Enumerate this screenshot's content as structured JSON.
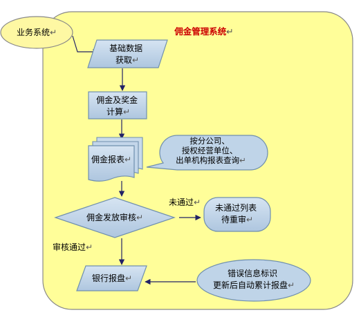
{
  "diagram": {
    "title": "佣金管理系统",
    "external_system": "业务系统",
    "nodes": {
      "data_fetch": [
        "基础数据",
        "获取"
      ],
      "calc": [
        "佣金及奖金",
        "计算"
      ],
      "report": "佣金报表",
      "query": [
        "按分公司、",
        "授权经营单位、",
        "出单机构报表查询"
      ],
      "review": "佣金发放审核",
      "not_passed_list": [
        "未通过列表",
        "待重审"
      ],
      "bank": "银行报盘",
      "error_mark": [
        "错误信息标识",
        "更新后自动累计报盘"
      ]
    },
    "edge_labels": {
      "not_passed": "未通过",
      "passed": "审核通过"
    },
    "return_mark": "↵",
    "colors": {
      "container_fill": "#fffe99",
      "container_stroke": "#888888",
      "node_fill": "#bfd4e8",
      "node_stroke": "#6f8fae",
      "ellipse_fill": "#fef8a3",
      "ellipse_stroke": "#888888",
      "arrow": "#222266",
      "title": "#cc0000",
      "text": "#000000"
    }
  }
}
